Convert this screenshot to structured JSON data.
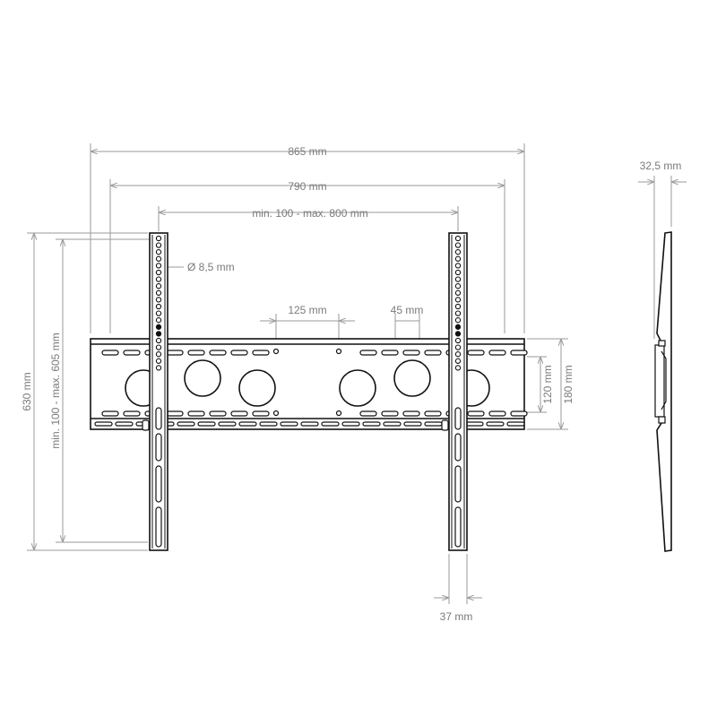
{
  "drawing": {
    "front_view": {
      "dimensions": {
        "overall_width": "865 mm",
        "plate_slot_width": "790 mm",
        "arm_spacing": "min. 100 - max. 800 mm",
        "hole_spacing": "125 mm",
        "slot_pitch": "45 mm",
        "hole_diameter": "Ø 8,5 mm",
        "overall_height": "630 mm",
        "arm_hole_range": "min. 100 - max. 605 mm",
        "inner_height": "120 mm",
        "plate_height": "180 mm",
        "arm_width": "37 mm"
      }
    },
    "side_view": {
      "dimensions": {
        "depth": "32,5 mm"
      }
    },
    "colors": {
      "outline": "#111111",
      "dimension": "#9a9a9a"
    }
  }
}
